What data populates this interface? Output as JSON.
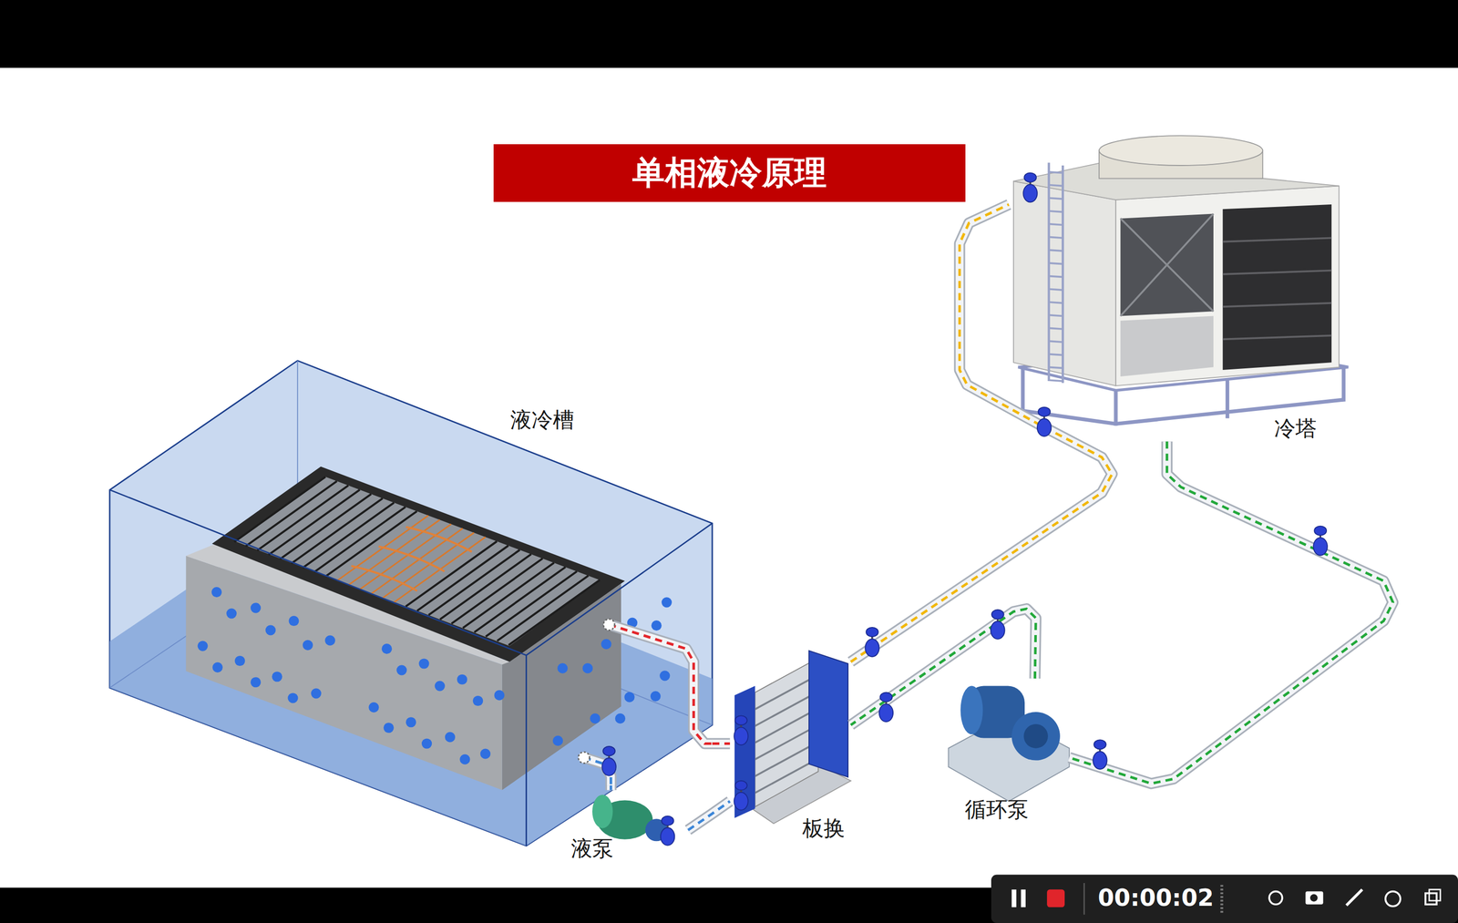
{
  "diagram": {
    "title": "单相液冷原理",
    "nodes": [
      {
        "text": [
          "液冷槽"
        ]
      },
      {
        "text": [
          "液泵"
        ]
      },
      {
        "text": [
          "板换"
        ]
      },
      {
        "text": [
          "循环泵"
        ]
      },
      {
        "text": [
          "冷塔"
        ]
      }
    ],
    "edges": [
      {
        "from": 0,
        "to": 2,
        "arrow": "none"
      },
      {
        "from": 0,
        "to": 1,
        "arrow": "none"
      },
      {
        "from": 1,
        "to": 2,
        "arrow": "none"
      },
      {
        "from": 2,
        "to": 4,
        "arrow": "none"
      },
      {
        "from": 4,
        "to": 3,
        "arrow": "none"
      },
      {
        "from": 3,
        "to": 2,
        "arrow": "none"
      }
    ],
    "labels": [
      "00:00:02"
    ]
  }
}
